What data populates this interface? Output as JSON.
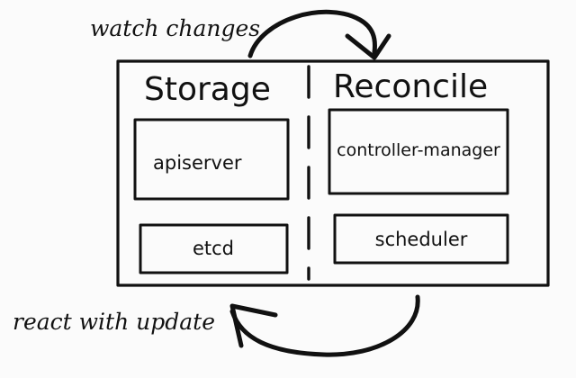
{
  "annotations": {
    "top": "watch changes",
    "bottom": "react with update"
  },
  "sections": {
    "left": {
      "title": "Storage",
      "components": [
        "apiserver",
        "etcd"
      ]
    },
    "right": {
      "title": "Reconcile",
      "components": [
        "controller-manager",
        "scheduler"
      ]
    }
  },
  "colors": {
    "ink": "#111111",
    "paper": "#fbfbfb"
  }
}
